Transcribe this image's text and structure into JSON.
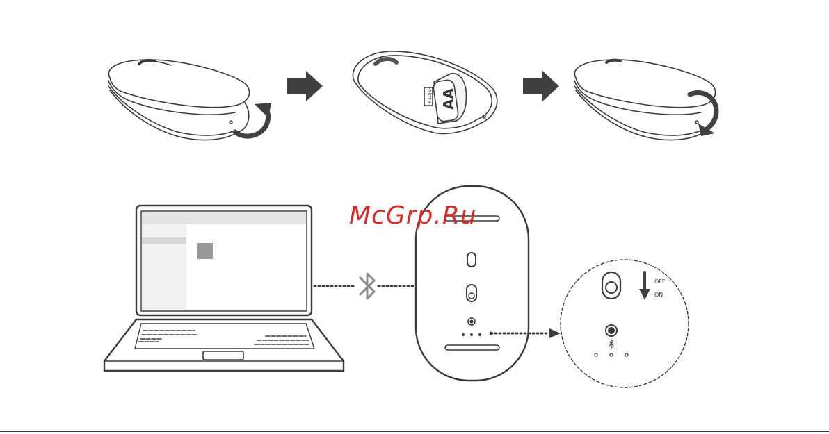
{
  "battery": {
    "label": "AA",
    "voltage": "+1.5V-"
  },
  "switch_labels": {
    "off": "OFF",
    "on": "ON"
  },
  "watermark": "McGrp.Ru",
  "colors": {
    "line": "#3a3a3a",
    "arrow": "#404040",
    "mouse_fill": "#ffffff",
    "panel": "#f1f1f1",
    "watermark": "#d92a2a"
  },
  "icons": [
    "rotate-open-arrow",
    "right-arrow",
    "rotate-close-arrow",
    "bluetooth-icon",
    "down-arrow"
  ]
}
